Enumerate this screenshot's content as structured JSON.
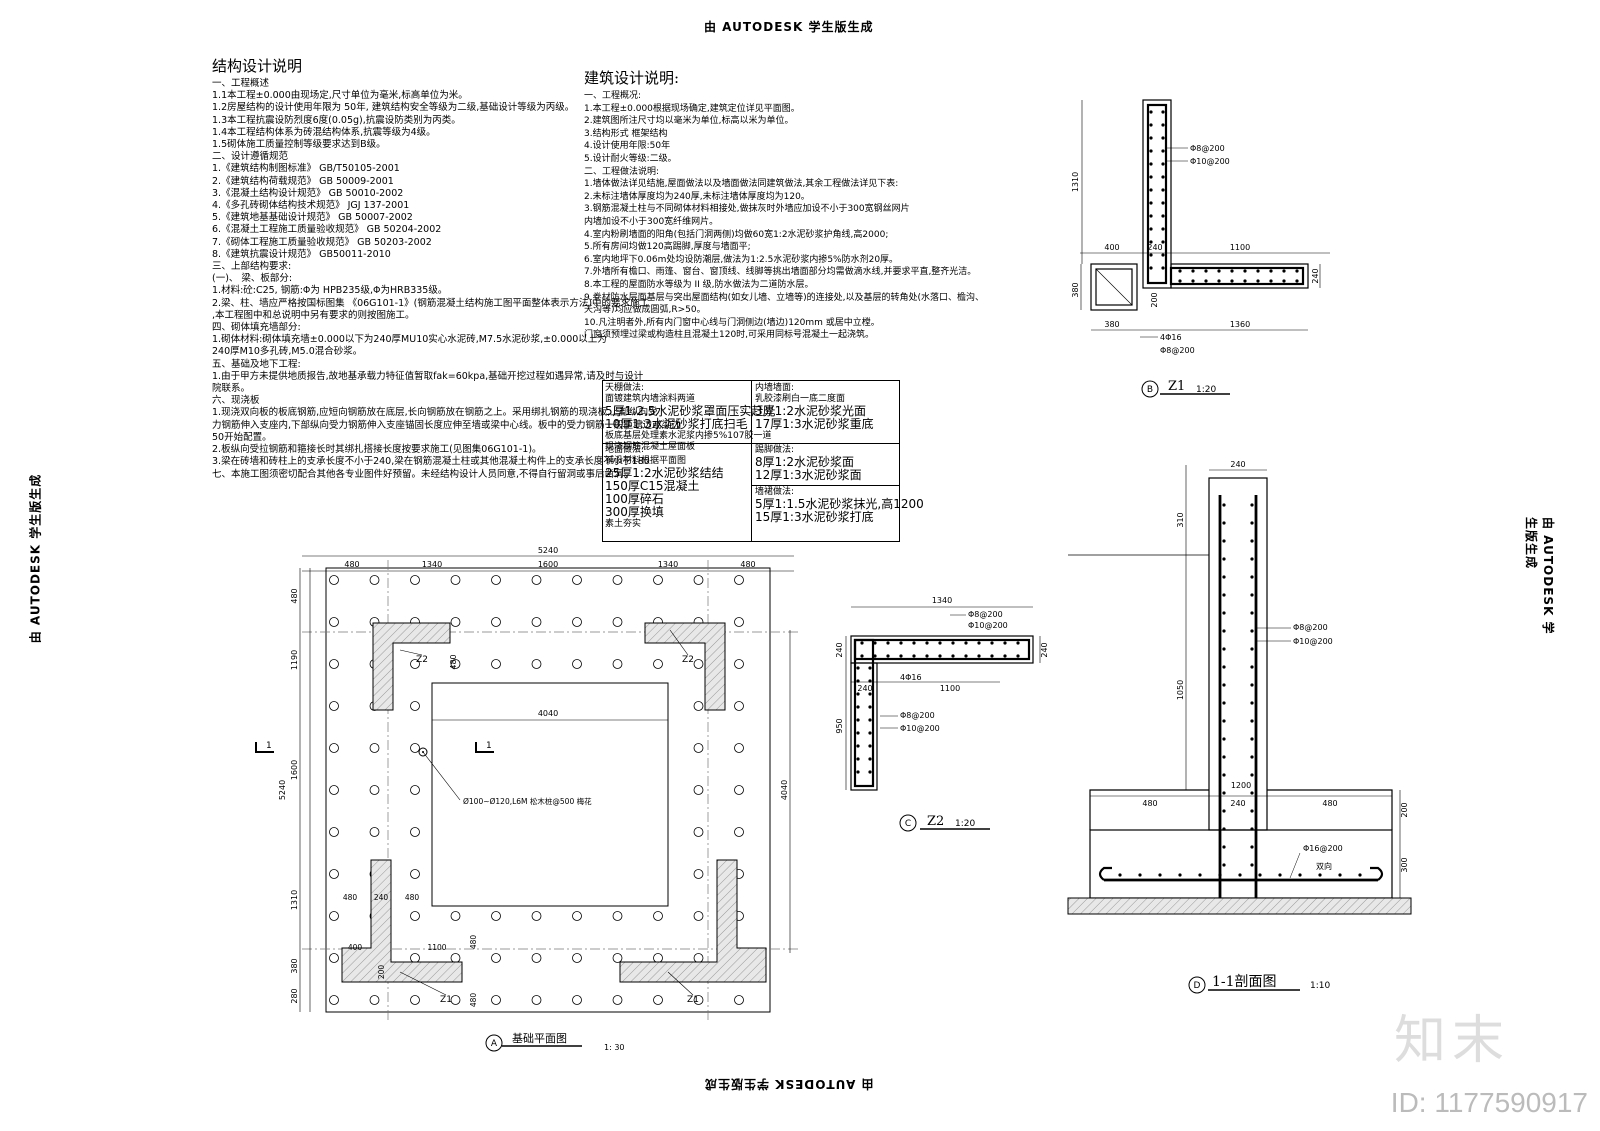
{
  "watermark": "由 AUTODESK 学生版生成",
  "struct_notes": {
    "title": "结构设计说明",
    "lines": [
      "一、工程概述",
      "1.1本工程±0.000由现场定,尺寸单位为毫米,标高单位为米。",
      "1.2房屋结构的设计使用年限为 50年, 建筑结构安全等级为二级,基础设计等级为丙级。",
      "1.3本工程抗震设防烈度6度(0.05g),抗震设防类别为丙类。",
      "1.4本工程结构体系为砖混结构体系,抗震等级为4级。",
      "1.5砌体施工质量控制等级要求达到B级。",
      "二、设计遵循规范",
      "1.《建筑结构制图标准》          GB/T50105-2001",
      "2.《建筑结构荷载规范》          GB 50009-2001",
      "3.《混凝土结构设计规范》         GB 50010-2002",
      "4.《多孔砖砌体结构技术规范》      JGJ 137-2001",
      "5.《建筑地基基础设计规范》     GB 50007-2002",
      "6.《混凝土工程施工质量验收规范》  GB 50204-2002",
      "7.《砌体工程施工质量验收规范》     GB 50203-2002",
      "8.《建筑抗震设计规范》           GB50011-2010",
      "三、上部结构要求:",
      "(一)、 梁、板部分:",
      "1.材料:砼:C25, 钢筋:Φ为 HPB235级,Φ为HRB335级。",
      "2.梁、柱、墙应严格按国标图集 《06G101-1》(钢筋混凝土结构施工图平面整体表示方法)中的要求施工",
      ",本工程图中和总说明中另有要求的则按图施工。",
      "四、砌体填充墙部分:",
      "1.砌体材料:砌体填充墙±0.000以下为240厚MU10实心水泥砖,M7.5水泥砂浆,±0.000以上为",
      "240厚M10多孔砖,M5.0混合砂浆。",
      "五、基础及地下工程:",
      "1.由于甲方未提供地质报告,故地基承载力特征值暂取fak=60kpa,基础开挖过程如遇异常,请及时与设计",
      "院联系。",
      "六、现浇板",
      "1.现浇双向板的板底钢筋,应短向钢筋放在底层,长向钢筋放在钢筋之上。采用绑扎钢筋的现浇板,上部纵向受",
      "力钢筋伸入支座内,下部纵向受力钢筋伸入支座锚固长度应伸至墙或梁中心线。板中的受力钢筋一般距墙边或梁边",
      "50开始配置。",
      "2.板纵向受拉钢筋和箍接长时其绑扎搭接长度按要求施工(见图集06G101-1)。",
      "3.梁在砖墙和砖柱上的支承长度不小于240,梁在钢筋混凝土柱或其他混凝土构件上的支承长度不小于180",
      "七、本施工图须密切配合其他各专业图件好预留。未经结构设计人员同意,不得自行留洞或事后凿洞。"
    ]
  },
  "arch_notes": {
    "title": "建筑设计说明:",
    "lines": [
      "一、工程概况:",
      "  1.本工程±0.000根据现场确定,建筑定位详见平面图。",
      "  2.建筑图所注尺寸均以毫米为单位,标高以米为单位。",
      "  3.结构形式  框架结构",
      "  4.设计使用年限:50年",
      "  5.设计耐火等级:二级。",
      "二、工程做法说明:",
      "  1.墙体做法详见结施,屋面做法以及墙面做法同建筑做法,其余工程做法详见下表:",
      "  2.未标注墙体厚度均为240厚,未标注墙体厚度均为120。",
      "  3.钢筋混凝土柱与不同砌体材料相接处,做抹灰时外墙应加设不小于300宽钢丝网片",
      "     内墙加设不小于300宽纤维网片。",
      "  4.室内粉刷墙面的阳角(包括门洞两侧)均做60宽1:2水泥砂浆护角线,高2000;",
      "  5.所有房间均做120高踢脚,厚度与墙面平;",
      "  6.室内地坪下0.06m处均设防潮层,做法为1:2.5水泥砂浆内掺5%防水剂20厚。",
      "  7.外墙所有檐口、雨篷、窗台、窗顶线、线脚等挑出墙面部分均需做滴水线,并要求平直,整齐光洁。",
      "  8.本工程的屋面防水等级为 II 级,防水做法为二道防水层。",
      "  9.卷材防水层面基层与突出屋面结构(如女儿墙、立墙等)的连接处,以及基层的转角处(水落口、檐沟、",
      "     天沟等)均应做成圆弧,R>50。",
      "  10.凡注明者外,所有内门窗中心线与门洞侧边(墙边)120mm 或居中立樘。",
      "     门窗须预埋过梁或构造柱且混凝土120时,可采用同标号混凝土一起浇筑。"
    ]
  },
  "finish_table": {
    "roof": [
      "天棚做法:",
      "面镀建筑内墙涂料两道",
      "5厚1:2.5水泥砂浆罩面压实赶光",
      "10厚1:3水泥砂浆打底扫毛",
      "板底基层处理素水泥浆内掺5%107胶一道",
      "现浇钢筋混凝土屋面板"
    ],
    "inner_wall": [
      "内墙墙面:",
      "乳胶漆刷白一底二度面",
      "3厚1:2水泥砂浆光面",
      "17厚1:3水泥砂浆重底"
    ],
    "floor": [
      "地面做法:",
      "铺设材料根据平面图",
      "25厚1:2水泥砂浆结结",
      "150厚C15混凝土",
      "100厚碎石",
      "300厚换填",
      "素土夯实"
    ],
    "skirting": [
      "踢脚做法:",
      "8厚1:2水泥砂浆面",
      "12厚1:3水泥砂浆面"
    ],
    "wall_skirt": [
      "墙裙做法:",
      "5厚1:1.5水泥砂浆抹光,高1200",
      "15厚1:3水泥砂浆打底"
    ]
  },
  "foundation_plan": {
    "title": "基础平面图",
    "scale": "1: 30",
    "marker": "A",
    "top_dims": [
      "5240",
      "480",
      "1340",
      "1600",
      "1340",
      "480"
    ],
    "left_dims": [
      "480",
      "1190",
      "5240",
      "1600",
      "1310",
      "380",
      "280"
    ],
    "right_dim": "4040",
    "inner_dim": "4040",
    "inner_vert": "480",
    "pile_note": "Ø100~Ø120,L6M 松木桩@500 梅花",
    "labels": {
      "z2a": "Z2",
      "z2b": "Z2",
      "z1a": "Z1",
      "z1b": "Z1"
    },
    "z1_dims": [
      "480",
      "240",
      "480",
      "400",
      "1100",
      "200",
      "480",
      "480"
    ],
    "section_mark": "1"
  },
  "z1_detail": {
    "title": "Z1",
    "scale": "1:20",
    "marker": "B",
    "dims": [
      "1310",
      "400",
      "240",
      "1100",
      "380",
      "200",
      "240",
      "380",
      "1360",
      "240"
    ],
    "rebar": [
      "Φ8@200",
      "Φ10@200",
      "4Φ16",
      "Φ8@200"
    ]
  },
  "z2_detail": {
    "title": "Z2",
    "scale": "1:20",
    "marker": "C",
    "dims": [
      "1340",
      "240",
      "240",
      "1100",
      "950",
      "240"
    ],
    "rebar": [
      "Φ8@200",
      "Φ10@200",
      "4Φ16",
      "Φ8@200",
      "Φ10@200"
    ]
  },
  "section_detail": {
    "title": "1-1剖面图",
    "scale": "1:10",
    "marker": "D",
    "dims": [
      "240",
      "310",
      "1050",
      "1200",
      "480",
      "240",
      "480",
      "200",
      "300"
    ],
    "rebar": [
      "Φ8@200",
      "Φ10@200",
      "Φ16@200",
      "双向"
    ]
  },
  "logo": "知末",
  "image_id": "ID: 1177590917"
}
